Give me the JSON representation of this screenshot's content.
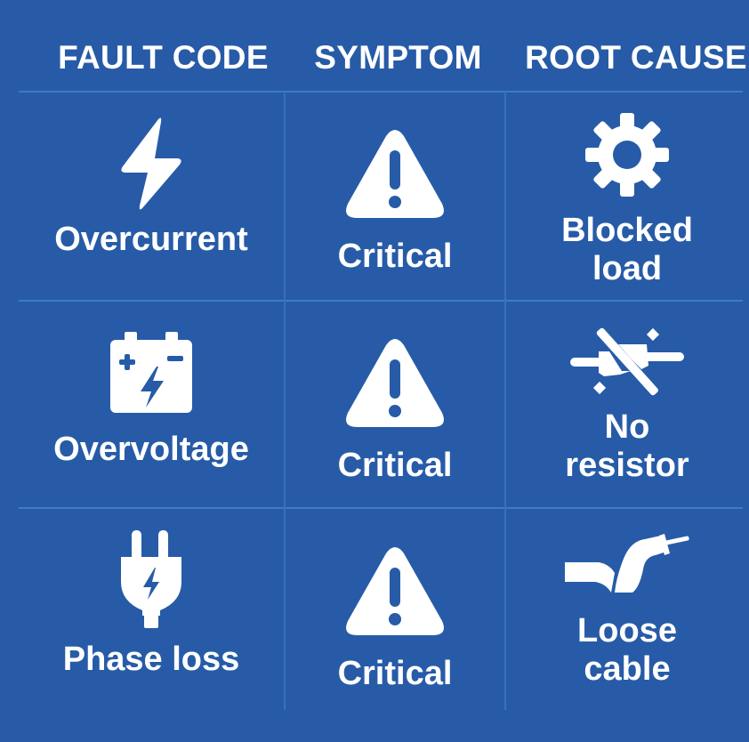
{
  "colors": {
    "background": "#275BA7",
    "grid_line": "#3C7BC9",
    "foreground": "#FFFFFF"
  },
  "header": {
    "columns": [
      "FAULT CODE",
      "SYMPTOM",
      "ROOT CAUSE"
    ]
  },
  "rows": [
    {
      "fault_code": {
        "icon": "lightning-bolt-icon",
        "label": "Overcurrent"
      },
      "symptom": {
        "icon": "warning-triangle-icon",
        "label": "Critical"
      },
      "root_cause": {
        "icon": "gear-icon",
        "label_line1": "Blocked",
        "label_line2": "load"
      }
    },
    {
      "fault_code": {
        "icon": "battery-icon",
        "label": "Overvoltage"
      },
      "symptom": {
        "icon": "warning-triangle-icon",
        "label": "Critical"
      },
      "root_cause": {
        "icon": "disconnected-plug-icon",
        "label_line1": "No",
        "label_line2": "resistor"
      }
    },
    {
      "fault_code": {
        "icon": "power-plug-icon",
        "label": "Phase loss"
      },
      "symptom": {
        "icon": "warning-triangle-icon",
        "label": "Critical"
      },
      "root_cause": {
        "icon": "loose-cable-icon",
        "label_line1": "Loose",
        "label_line2": "cable"
      }
    }
  ]
}
